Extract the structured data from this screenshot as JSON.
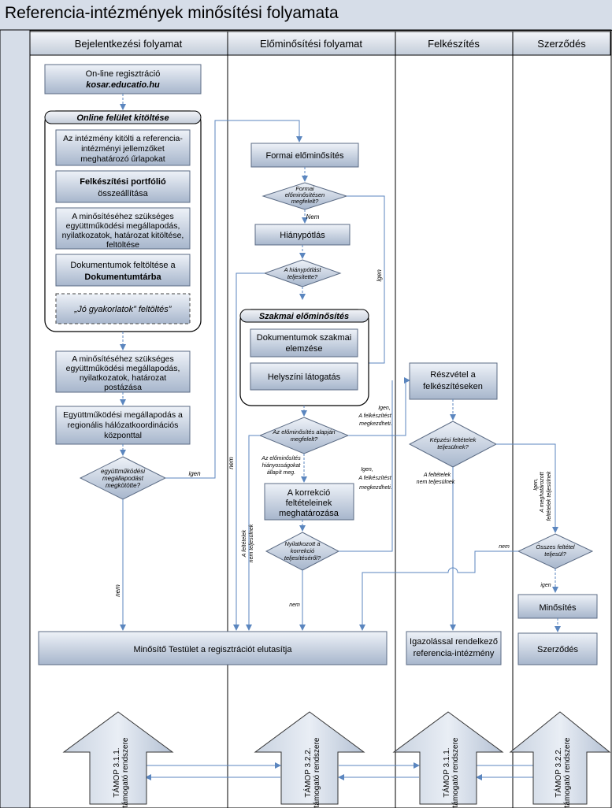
{
  "title": "Referencia-intézmények minősítési folyamata",
  "lanes": [
    "Bejelentkezési folyamat",
    "Előminősítési folyamat",
    "Felkészítés",
    "Szerződés"
  ],
  "boxes": {
    "online_reg_1": "On-line regisztráció",
    "online_reg_2": "kosar.educatio.hu",
    "online_group": "Online felület kitöltése",
    "urlap_1": "Az intézmény kitölti a referencia-",
    "urlap_2": "intézményi jellemzőket",
    "urlap_3": "meghatározó űrlapokat",
    "portfolio_1": "Felkészítési portfólió",
    "portfolio_2": "összeállítása",
    "megall_1": "A minősítéséhez szükséges",
    "megall_2": "együttműködési megállapodás,",
    "megall_3": "nyilatkozatok,  határozat kitöltése,",
    "megall_4": "feltöltése",
    "dok_1": "Dokumentumok feltöltése a",
    "dok_2": "Dokumentumtárba",
    "jo_1": "„Jó gyakorlatok” feltöltés”",
    "posta_1": "A minősítéséhez szükséges",
    "posta_2": "együttműködési megállapodás,",
    "posta_3": "nyilatkozatok,  határozat",
    "posta_4": "postázása",
    "egy_1": "Együttműködési megállapodás a",
    "egy_2": "regionális hálózatkoordinációs",
    "egy_3": "központtal",
    "formai": "Formai előminősítés",
    "hianyp": "Hiánypótlás",
    "szakmai_group": "Szakmai előminősítés",
    "dokszak_1": "Dokumentumok szakmai",
    "dokszak_2": "elemzése",
    "helyszini": "Helyszíni látogatás",
    "korr_1": "A korrekció",
    "korr_2": "feltételeinek",
    "korr_3": "meghatározása",
    "reszvetel_1": "Részvétel a",
    "reszvetel_2": "felkészítéseken",
    "minosites": "Minősítés",
    "szerzodes": "Szerződés",
    "elutasit": "Minősítő Testület a regisztrációt elutasítja",
    "igazol_1": "Igazolással rendelkező",
    "igazol_2": "referencia-intézmény"
  },
  "decisions": {
    "d_egy_1": "együttműködési",
    "d_egy_2": "megállapodást",
    "d_egy_3": "megkötötte?",
    "d_formai_1": "Formai",
    "d_formai_2": "előminősítésen",
    "d_formai_3": "megfelelt?",
    "d_hiany_1": "A hiánypótlást",
    "d_hiany_2": "teljesítette?",
    "d_elomin_1": "Az előminősítés alapján",
    "d_elomin_2": "megfelelt?",
    "d_nyil_1": "Nyilatkozott a",
    "d_nyil_2": "korrekció",
    "d_nyil_3": "teljesítéséről?",
    "d_kepzes_1": "Képzési feltételek",
    "d_kepzes_2": "teljesülnek?",
    "d_osszes_1": "Összes feltétel",
    "d_osszes_2": "teljesül?"
  },
  "labels": {
    "igen": "Igen",
    "igen_lc": "igen",
    "nem": "Nem",
    "nem_lc": "nem",
    "igen_felk_1": "Igen,",
    "igen_felk_2": "A felkészítést",
    "igen_felk_3": "megkezdheti.",
    "hianyossag_1": "Az előminősítés",
    "hianyossag_2": "hiányosságokat",
    "hianyossag_3": "állapít meg.",
    "feltetelek_nem_1": "A feltételek",
    "feltetelek_nem_2": "nem teljesülnek",
    "fel_nem_tel_1": "A feltételek",
    "fel_nem_tel_2": "nem teljesülnek",
    "igen_megh_1": "Igen,",
    "igen_megh_2": "A meghatározott",
    "igen_megh_3": "feltételek teljesülnek"
  },
  "arrows": [
    {
      "name": "TÁMOP 3.1.1.",
      "sub": "támogató rendszere"
    },
    {
      "name": "TÁMOP 3.2.2.",
      "sub": "támogató rendszere"
    },
    {
      "name": "TÁMOP 3.1.1.",
      "sub": "támogató rendszere"
    },
    {
      "name": "TÁMOP 3.2.2.",
      "sub": "támogató rendszere"
    }
  ],
  "colors": {
    "box_fill_top": "#e8edf5",
    "box_fill_bottom": "#a9b8cf",
    "line": "#5b86bf",
    "header": "#d6dde8"
  }
}
